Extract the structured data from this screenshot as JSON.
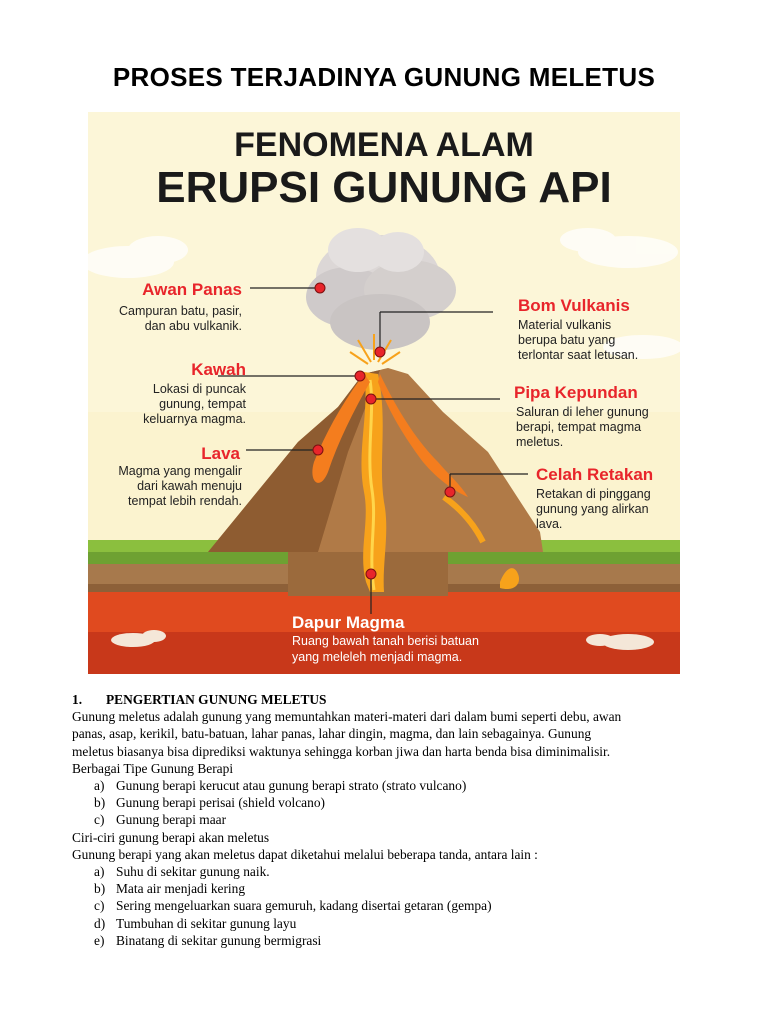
{
  "document": {
    "title": "PROSES TERJADINYA GUNUNG MELETUS"
  },
  "infographic": {
    "title_line1": "FENOMENA ALAM",
    "title_line2": "ERUPSI GUNUNG API",
    "labels": {
      "awan_panas": {
        "title": "Awan Panas",
        "desc": [
          "Campuran batu, pasir,",
          "dan abu vulkanik."
        ]
      },
      "kawah": {
        "title": "Kawah",
        "desc": [
          "Lokasi di puncak",
          "gunung, tempat",
          "keluarnya magma."
        ]
      },
      "lava": {
        "title": "Lava",
        "desc": [
          "Magma yang mengalir",
          "dari kawah menuju",
          "tempat lebih rendah."
        ]
      },
      "bom_vulkanis": {
        "title": "Bom Vulkanis",
        "desc": [
          "Material vulkanis",
          "berupa batu yang",
          "terlontar saat letusan."
        ]
      },
      "pipa_kepundan": {
        "title": "Pipa Kepundan",
        "desc": [
          "Saluran di leher gunung",
          "berapi, tempat magma",
          "meletus."
        ]
      },
      "celah_retakan": {
        "title": "Celah Retakan",
        "desc": [
          "Retakan di pinggang",
          "gunung yang alirkan",
          "lava."
        ]
      },
      "dapur_magma": {
        "title": "Dapur Magma",
        "desc": [
          "Ruang bawah tanah berisi batuan",
          "yang meleleh menjadi magma."
        ]
      }
    },
    "colors": {
      "label_red": "#e8252b",
      "background": "#fbf3cf",
      "magma": "#e84a1e",
      "lava": "#f7a21b",
      "mountain": "#b07a47"
    }
  },
  "section1": {
    "number": "1.",
    "heading": "PENGERTIAN GUNUNG MELETUS",
    "paragraph_lines": [
      "Gunung meletus adalah gunung yang memuntahkan materi-materi dari dalam bumi seperti debu, awan",
      "panas, asap, kerikil, batu-batuan, lahar panas, lahar dingin, magma, dan lain sebagainya. Gunung",
      "meletus biasanya bisa diprediksi waktunya sehingga korban jiwa dan harta benda bisa diminimalisir."
    ],
    "types_heading": "Berbagai Tipe Gunung Berapi",
    "types": [
      {
        "marker": "a)",
        "text": "Gunung berapi kerucut atau gunung berapi strato (strato vulcano)"
      },
      {
        "marker": "b)",
        "text": "Gunung berapi perisai (shield volcano)"
      },
      {
        "marker": "c)",
        "text": "Gunung berapi maar"
      }
    ],
    "signs_heading": "Ciri-ciri gunung berapi akan meletus",
    "signs_intro": "Gunung berapi yang akan meletus dapat diketahui melalui beberapa tanda, antara lain :",
    "signs": [
      {
        "marker": "a)",
        "text": "Suhu di sekitar gunung naik."
      },
      {
        "marker": "b)",
        "text": "Mata air menjadi kering"
      },
      {
        "marker": "c)",
        "text": "Sering mengeluarkan suara gemuruh, kadang disertai getaran (gempa)"
      },
      {
        "marker": "d)",
        "text": "Tumbuhan di sekitar gunung layu"
      },
      {
        "marker": "e)",
        "text": "Binatang di sekitar gunung bermigrasi"
      }
    ]
  }
}
